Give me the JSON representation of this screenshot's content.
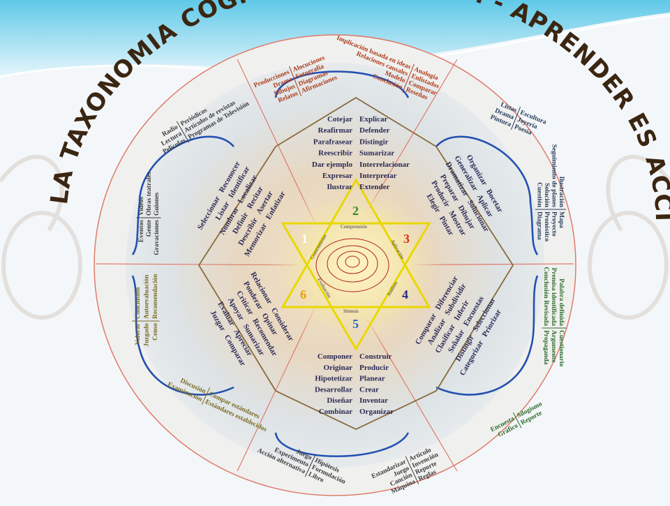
{
  "title": "LA TAXONOMIA COGNITIVA DE BLOOM - APRENDER ES ACCION",
  "levels": [
    {
      "num": "1",
      "name": "Conocimiento"
    },
    {
      "num": "2",
      "name": "Comprensión"
    },
    {
      "num": "3",
      "name": "Aplicación"
    },
    {
      "num": "4",
      "name": "Análisis"
    },
    {
      "num": "5",
      "name": "Síntesis"
    },
    {
      "num": "6",
      "name": "Evaluación"
    }
  ],
  "verbs": {
    "conocimiento": [
      "Seleccionar",
      "Listar",
      "Nombrar",
      "Definir",
      "Describir",
      "Memorizar",
      "Reconocer",
      "Identificar",
      "Localizar",
      "Recitar",
      "Asertar",
      "Enfatizar"
    ],
    "comprension_left": [
      "Cotejar",
      "Reafirmar",
      "Parafrasear",
      "Reescribir",
      "Dar ejemplo",
      "Expresar",
      "Ilustrar"
    ],
    "comprension_right": [
      "Explicar",
      "Defender",
      "Distingir",
      "Sumarizar",
      "Interrelacionar",
      "Interpretar",
      "Extender"
    ],
    "aplicacion": [
      "Organizar",
      "Generalizar",
      "Dramatizar",
      "Preparar",
      "Producir",
      "Elegir",
      "Bocetar",
      "Aplicar",
      "Solucionar",
      "Dibujar",
      "Mostrar",
      "Pintar"
    ],
    "analisis": [
      "Comparar",
      "Analizar",
      "Clasificar",
      "Señalar",
      "Distingir",
      "Categorizar",
      "Diferenciar",
      "Subdividir",
      "Inferir",
      "Encuestas",
      "Seleccionar",
      "Priorizar"
    ],
    "sintesis_left": [
      "Componer",
      "Originar",
      "Hipotetizar",
      "Desarrollar",
      "Diseñar",
      "Combinar"
    ],
    "sintesis_right": [
      "Construir",
      "Producir",
      "Planear",
      "Crear",
      "Inventar",
      "Organizar"
    ],
    "evaluacion": [
      "Relacionar",
      "Ponderar",
      "Criticar",
      "Apoyar",
      "Evaluar",
      "Juzgar",
      "Considerar",
      "Opinar",
      "Recomendar",
      "Sumarizar",
      "Apreciar",
      "Comparar"
    ]
  },
  "products": {
    "top_left": [
      "Producciones",
      "Drama",
      "Dibujos",
      "Relatos",
      "Alocuciones",
      "Fotografía",
      "Diagramas",
      "Afirmaciones"
    ],
    "top_right": [
      "Implicación basada en ideas",
      "Relaciones causales",
      "Modelo",
      "Conclusión",
      "Analogía",
      "Enlistados",
      "Comparar",
      "Reseñas"
    ],
    "upper_left": [
      "Radio",
      "Lectura",
      "Películas",
      "Periódicos",
      "Artículos de revistas",
      "Programas de Televisión"
    ],
    "left_upper": [
      "Eventos",
      "Gente",
      "Gravaciones",
      "Videos",
      "Obras teatrales",
      "Guiones"
    ],
    "upper_right": [
      "Listas",
      "Drama",
      "Pintura",
      "Escultura",
      "Joyería",
      "Poesía"
    ],
    "right_upper": [
      "Ilustración",
      "Seguimiento de planes",
      "Solución",
      "Cuestión",
      "Mapa",
      "Proyecto",
      "Pronóstico",
      "Diagrama"
    ],
    "left_lower": [
      "Valorar",
      "Juzgado",
      "Censo",
      "Conclusión",
      "Autoevaluación",
      "Recomendación"
    ],
    "lower_left": [
      "Discusión",
      "Examinación",
      "Compar estándares",
      "Estándares establecidos"
    ],
    "right_lower": [
      "Palabra definida",
      "Premisa identificada",
      "Conclusión Revisada",
      "Cuestionario",
      "Argumento",
      "Propaganda"
    ],
    "lower_right": [
      "Encuesta",
      "Gráfico",
      "Silogismo",
      "Reporte"
    ],
    "bottom_left": [
      "Juego",
      "Experimento",
      "Acción alternativa",
      "Hipótesis",
      "Formulación",
      "Libro"
    ],
    "bottom_right": [
      "Estandarizar",
      "Juego",
      "Canción",
      "Máquina",
      "Artículo",
      "Invención",
      "Reporte",
      "Reglas"
    ]
  },
  "colors": {
    "title": "#3b2612",
    "star": "#e8d800",
    "blue_outline": "#2450b0",
    "hexagon": "#8a6a3a",
    "products_top_left": "#b03a18",
    "products_right": "#243a5a",
    "products_left": "#3a3a3a",
    "products_left_lower": "#7a6a20",
    "products_right_lower": "#2a6a2a",
    "verb_text": "#2a2a55"
  }
}
